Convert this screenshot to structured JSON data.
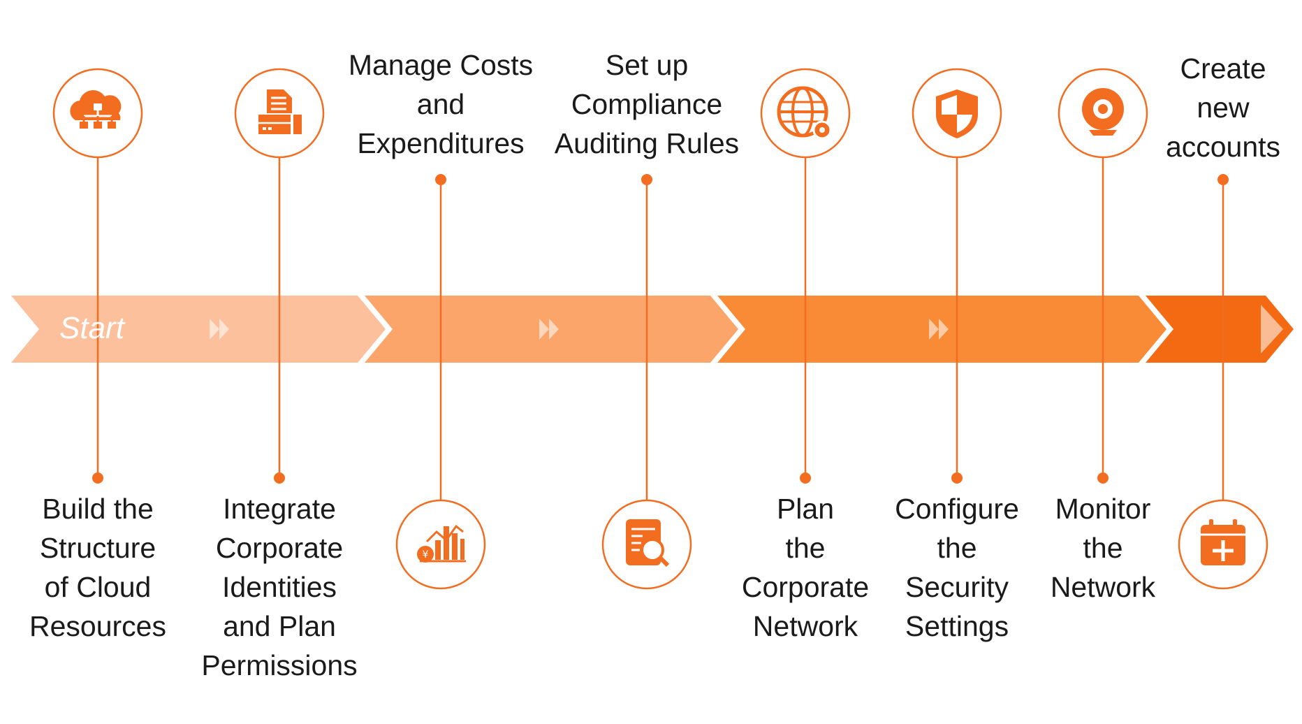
{
  "start_label": "Start",
  "colors": {
    "accent": "#f36d21",
    "band1": "#fcc09c",
    "band2": "#fba56a",
    "band3": "#f98a36",
    "band4": "#f36a12",
    "text": "#1a1a1a"
  },
  "steps": [
    {
      "label": "Build the\nStructure\nof Cloud\nResources",
      "icon": "cloud-structure-icon",
      "icon_side": "top"
    },
    {
      "label": "Integrate\nCorporate\nIdentities\nand Plan\nPermissions",
      "icon": "server-document-icon",
      "icon_side": "top"
    },
    {
      "label": "Manage Costs\nand\nExpenditures",
      "icon": "cost-chart-icon",
      "icon_side": "bottom"
    },
    {
      "label": "Set up\nCompliance\nAuditing Rules",
      "icon": "audit-document-search-icon",
      "icon_side": "bottom"
    },
    {
      "label": "Plan\nthe\nCorporate\nNetwork",
      "icon": "globe-gear-icon",
      "icon_side": "top"
    },
    {
      "label": "Configure\nthe\nSecurity\nSettings",
      "icon": "shield-icon",
      "icon_side": "top"
    },
    {
      "label": "Monitor\nthe\nNetwork",
      "icon": "webcam-icon",
      "icon_side": "top"
    },
    {
      "label": "Create\nnew\naccounts",
      "icon": "calendar-add-icon",
      "icon_side": "bottom"
    }
  ]
}
